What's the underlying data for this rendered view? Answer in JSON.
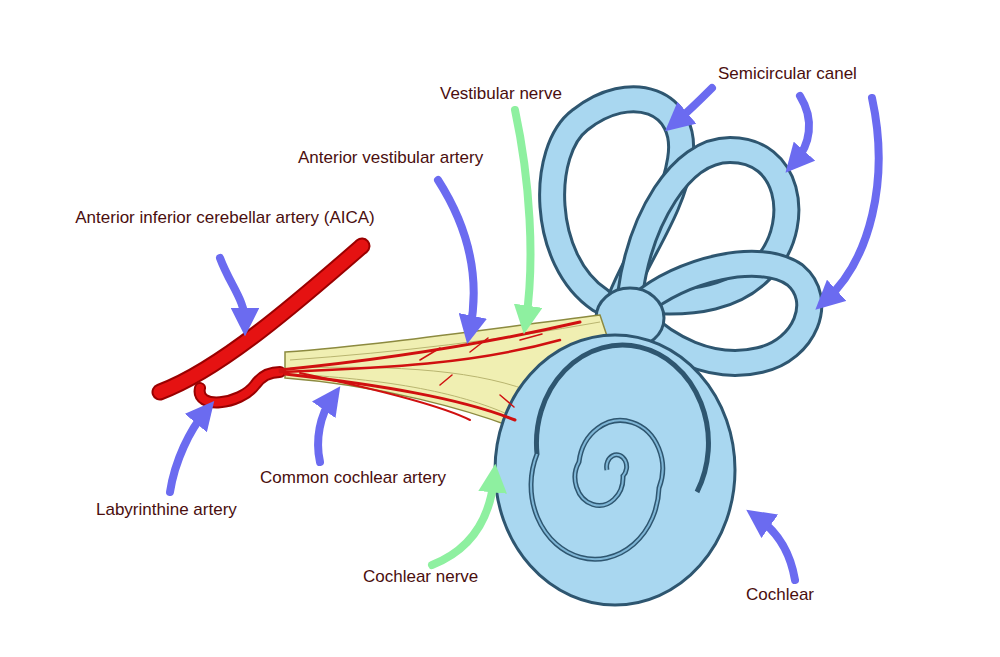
{
  "diagram": {
    "labels": [
      "Semicircular canel",
      "Vestibular nerve",
      "Anterior vestibular artery",
      "Anterior inferior cerebellar artery (AICA)",
      "Labyrinthine artery",
      "Common cochlear artery",
      "Cochlear nerve",
      "Cochlear"
    ]
  }
}
